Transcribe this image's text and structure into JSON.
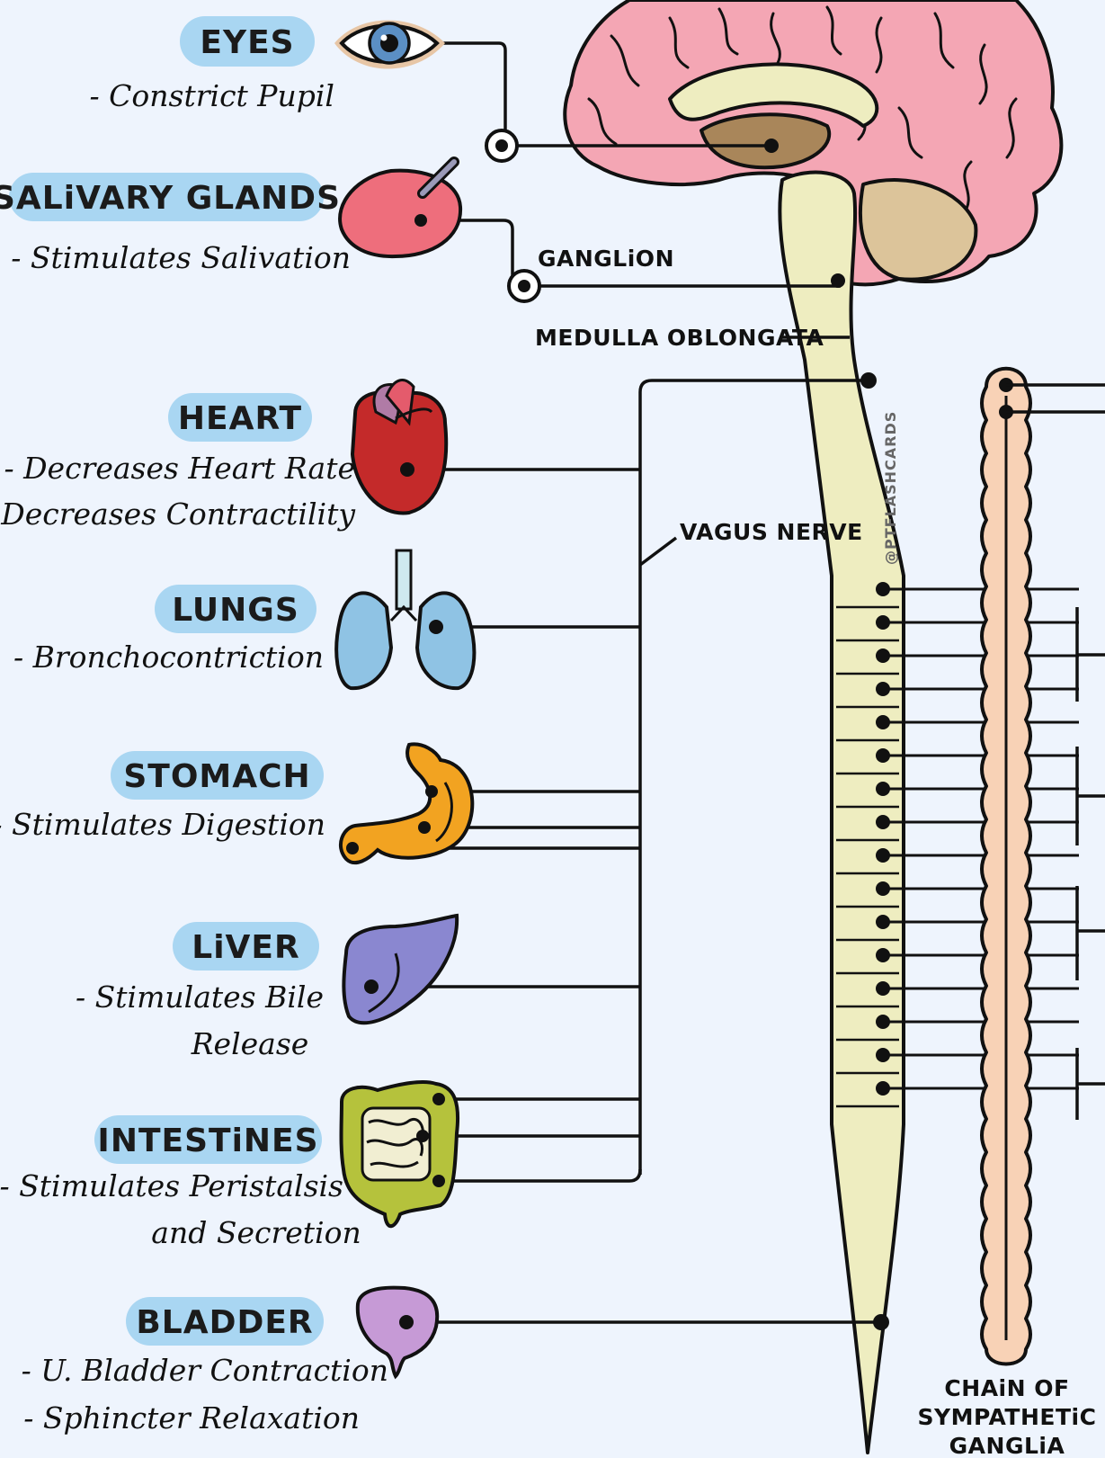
{
  "organs": [
    {
      "key": "eyes",
      "name": "EYES",
      "effects": [
        "- Constrict Pupil"
      ]
    },
    {
      "key": "salivary",
      "name": "SALiVARY GLANDS",
      "effects": [
        "- Stimulates Salivation"
      ]
    },
    {
      "key": "heart",
      "name": "HEART",
      "effects": [
        "- Decreases Heart Rate",
        "- Decreases Contractility"
      ]
    },
    {
      "key": "lungs",
      "name": "LUNGS",
      "effects": [
        "- Bronchocontriction"
      ]
    },
    {
      "key": "stomach",
      "name": "STOMACH",
      "effects": [
        "- Stimulates Digestion"
      ]
    },
    {
      "key": "liver",
      "name": "LiVER",
      "effects": [
        "- Stimulates Bile",
        "Release"
      ]
    },
    {
      "key": "intestines",
      "name": "INTESTiNES",
      "effects": [
        "- Stimulates Peristalsis",
        "and Secretion"
      ]
    },
    {
      "key": "bladder",
      "name": "BLADDER",
      "effects": [
        "- U. Bladder Contraction",
        "- Sphincter Relaxation"
      ]
    }
  ],
  "labels": {
    "ganglion": "GANGLiON",
    "medulla": "MEDULLA OBLONGATA",
    "vagus": "VAGUS NERVE",
    "watermark": "@PTFLASHCARDS",
    "chain": [
      "CHAiN OF",
      "SYMPATHETiC",
      "GANGLiA"
    ]
  },
  "colors": {
    "background": "#eef4fd",
    "pill": "#a9d6f2",
    "brain": "#f4a6b4",
    "brainstem": "#eeedc0",
    "sympathetic_chain": "#f8d2b6",
    "heart": "#c42a2a",
    "lungs": "#8fc3e4",
    "stomach": "#f2a321",
    "liver": "#8a87d0",
    "intestines": "#b5c23c",
    "bladder": "#c69ad6",
    "salivary": "#ee6e7c",
    "eye_iris": "#5b8fc4"
  }
}
